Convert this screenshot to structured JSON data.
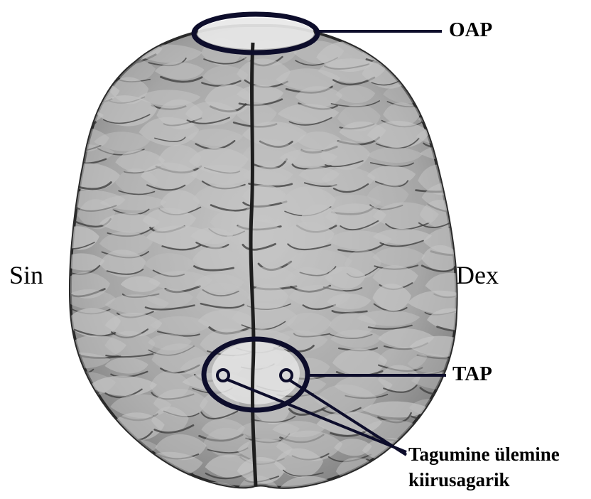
{
  "labels": {
    "oap": "OAP",
    "tap": "TAP",
    "left_side": "Sin",
    "right_side": "Dex",
    "fissure_line1": "Tagumine ülemine",
    "fissure_line2": "kiirusagarik"
  },
  "colors": {
    "background": "#ffffff",
    "brain_fill": "#9a9a9a",
    "gyrus_fill": "#c4c4c4",
    "sulcus_line": "#3a3a3a",
    "annotation_stroke": "#0d0d2b",
    "pale_area": "#e6e6e6"
  }
}
